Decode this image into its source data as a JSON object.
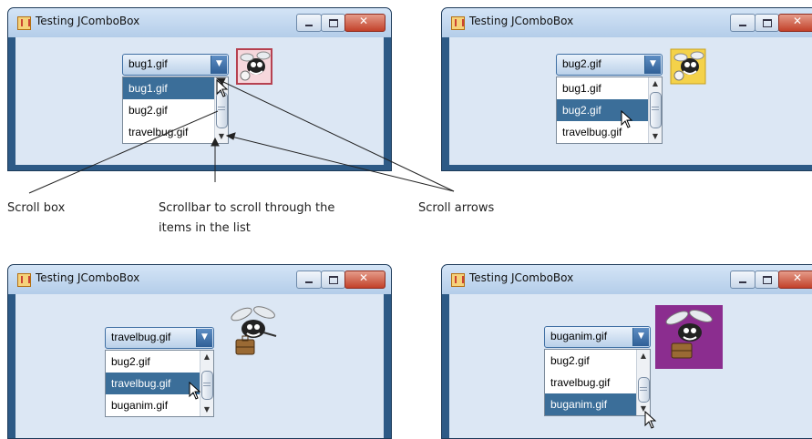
{
  "windows": [
    {
      "title": "Testing JComboBox",
      "combo_value": "bug1.gif",
      "items": [
        "bug1.gif",
        "bug2.gif",
        "travelbug.gif"
      ]
    },
    {
      "title": "Testing JComboBox",
      "combo_value": "bug2.gif",
      "items": [
        "bug1.gif",
        "bug2.gif",
        "travelbug.gif"
      ]
    },
    {
      "title": "Testing JComboBox",
      "combo_value": "travelbug.gif",
      "items": [
        "bug2.gif",
        "travelbug.gif",
        "buganim.gif"
      ]
    },
    {
      "title": "Testing JComboBox",
      "combo_value": "buganim.gif",
      "items": [
        "bug2.gif",
        "travelbug.gif",
        "buganim.gif"
      ]
    }
  ],
  "selected_items": [
    "bug1.gif",
    "bug2.gif",
    "travelbug.gif",
    "buganim.gif"
  ],
  "annotations": {
    "scroll_box": "Scroll box",
    "scrollbar_line1": "Scrollbar to scroll through the",
    "scrollbar_line2": "items in the list",
    "scroll_arrows": "Scroll arrows"
  },
  "colors": {
    "selection": "#3b6e99",
    "client": "#dce7f4",
    "frame": "#2d5a86",
    "buganim_bg": "#8b2d8f"
  }
}
